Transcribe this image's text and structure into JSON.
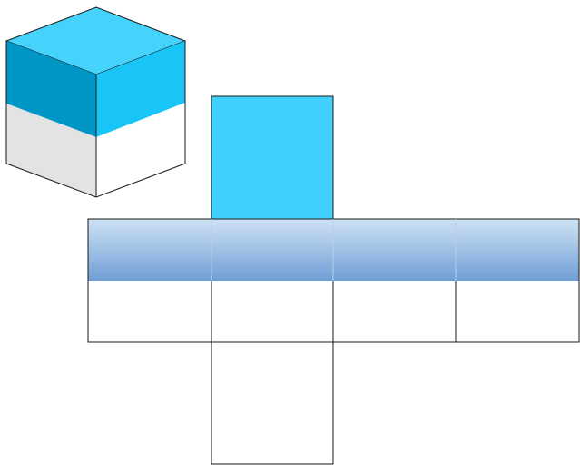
{
  "colors": {
    "background": "#ffffff",
    "outline": "#1a1a1a",
    "cyan_top": "#45d3fb",
    "cyan_right": "#19c4f6",
    "cyan_left": "#0097c7",
    "gray_left": "#e3e3e3",
    "white": "#ffffff",
    "band_gradient_top": "#cfe2f4",
    "band_gradient_bottom": "#6f9fd6",
    "net_top_face": "#3fd1fc"
  },
  "cube": {
    "description_name": "painted-cube-isometric",
    "painted_fraction": 0.5
  },
  "net": {
    "columns": 4,
    "rows_in_strip": 1,
    "top_face_column": 1,
    "bottom_face_column": 1,
    "band_fraction": 0.5
  }
}
